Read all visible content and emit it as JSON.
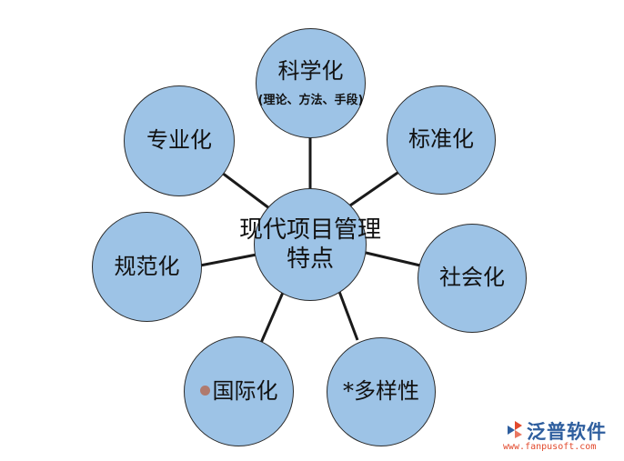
{
  "diagram": {
    "center": {
      "line1": "现代项目管理",
      "line2": "特点"
    },
    "nodes": {
      "top": {
        "label": "科学化",
        "sub": "(理论、方法、手段)"
      },
      "top_right": {
        "label": "标准化"
      },
      "right": {
        "label": "社会化"
      },
      "bottom_right": {
        "label": "*多样性"
      },
      "bottom_left": {
        "label": "国际化"
      },
      "left": {
        "label": "规范化"
      },
      "top_left": {
        "label": "专业化"
      }
    }
  },
  "watermark": {
    "name": "泛普软件",
    "url": "www.fanpusoft.com"
  },
  "colors": {
    "node_fill": "#9DC3E6",
    "node_border": "#2B2B2B",
    "link": "#1A1A1A",
    "bullet": "#B07A6E",
    "brand_red": "#E2492C",
    "brand_blue": "#2E5E9E"
  }
}
